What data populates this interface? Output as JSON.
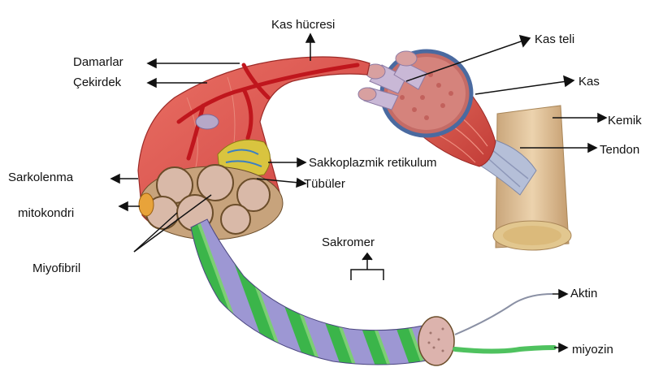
{
  "labels": {
    "kas_hucresi": "Kas hücresi",
    "kas_teli": "Kas teli",
    "kas": "Kas",
    "kemik": "Kemik",
    "tendon": "Tendon",
    "damarlar": "Damarlar",
    "cekirdek": "Çekirdek",
    "sakkoplazmik_retikulum": "Sakkoplazmik retikulum",
    "tubuler": "Tübüler",
    "sarkolenma": "Sarkolenma",
    "mitokondri": "mitokondri",
    "miyofibril": "Miyofibril",
    "sakromer": "Sakromer",
    "aktin": "Aktin",
    "miyozin": "miyozin"
  },
  "colors": {
    "muscle_cell": "#d9544f",
    "muscle_cell_dark": "#b8302f",
    "blood_vessel": "#c0161d",
    "fiber_bundle": "#c9b8d6",
    "fibril_green": "#3bb54a",
    "fibril_lilac": "#9d97d3",
    "bone": "#dcc19a",
    "tendon": "#b5bfd8",
    "arrow": "#111111"
  }
}
